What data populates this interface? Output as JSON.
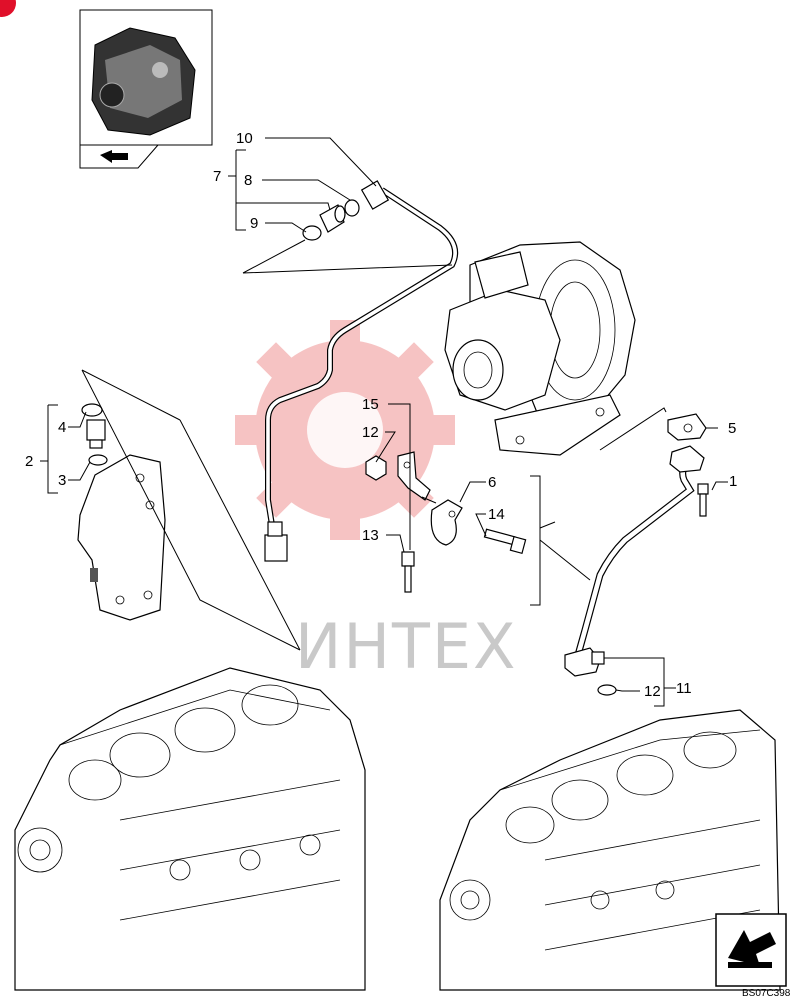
{
  "labels": {
    "l1": "1",
    "l2": "2",
    "l3": "3",
    "l4": "4",
    "l5": "5",
    "l6": "6",
    "l7": "7",
    "l8": "8",
    "l9": "9",
    "l10": "10",
    "l11": "11",
    "l12a": "12",
    "l12b": "12",
    "l13": "13",
    "l14": "14",
    "l15": "15"
  },
  "watermark": "ИНТЕХ",
  "drawing_code": "BS07C398",
  "colors": {
    "watermark_red": "#f2a0a0",
    "corner_mark": "#e0102a"
  },
  "icons": {
    "thumbnail_arrow": "arrow-icon",
    "nav_arrow": "next-arrow-icon"
  }
}
